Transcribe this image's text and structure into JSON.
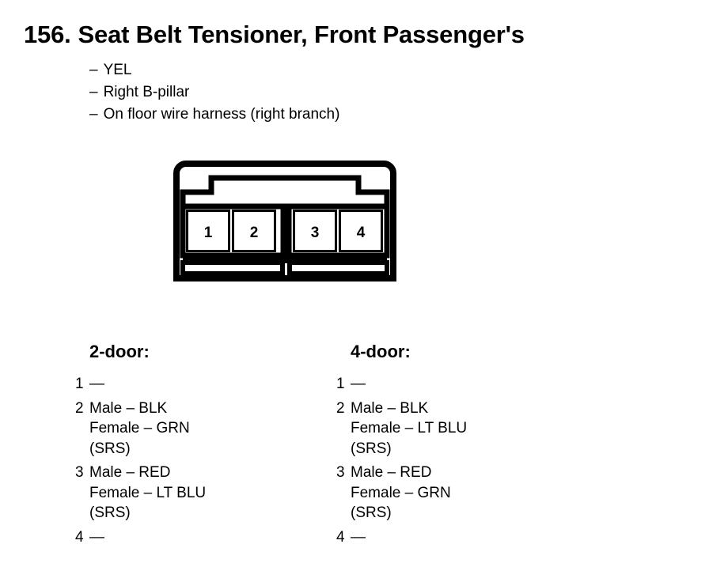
{
  "page": {
    "title_number": "156.",
    "title_text": "Seat Belt Tensioner, Front Passenger's",
    "ink_color": "#000000",
    "background_color": "#ffffff"
  },
  "bullets": [
    {
      "dash": "–",
      "text": "YEL"
    },
    {
      "dash": "–",
      "text": "Right B-pillar"
    },
    {
      "dash": "–",
      "text": "On floor wire harness (right branch)"
    }
  ],
  "connector": {
    "name": "4-pin-connector-face-view",
    "pin_count": 4,
    "cavity_labels": [
      "1",
      "2",
      "3",
      "4"
    ],
    "groups": [
      {
        "label": "left-housing",
        "pins": [
          "1",
          "2"
        ]
      },
      {
        "label": "right-housing",
        "pins": [
          "3",
          "4"
        ]
      }
    ]
  },
  "columns": [
    {
      "id": "col-2door",
      "header": "2-door:",
      "pins": [
        {
          "num": "1",
          "lines": [
            "—"
          ]
        },
        {
          "num": "2",
          "lines": [
            "Male – BLK",
            "Female – GRN",
            "(SRS)"
          ]
        },
        {
          "num": "3",
          "lines": [
            "Male – RED",
            "Female – LT BLU",
            "(SRS)"
          ]
        },
        {
          "num": "4",
          "lines": [
            "—"
          ]
        }
      ]
    },
    {
      "id": "col-4door",
      "header": "4-door:",
      "pins": [
        {
          "num": "1",
          "lines": [
            "—"
          ]
        },
        {
          "num": "2",
          "lines": [
            "Male – BLK",
            "Female – LT BLU",
            "(SRS)"
          ]
        },
        {
          "num": "3",
          "lines": [
            "Male – RED",
            "Female – GRN",
            "(SRS)"
          ]
        },
        {
          "num": "4",
          "lines": [
            "—"
          ]
        }
      ]
    }
  ]
}
